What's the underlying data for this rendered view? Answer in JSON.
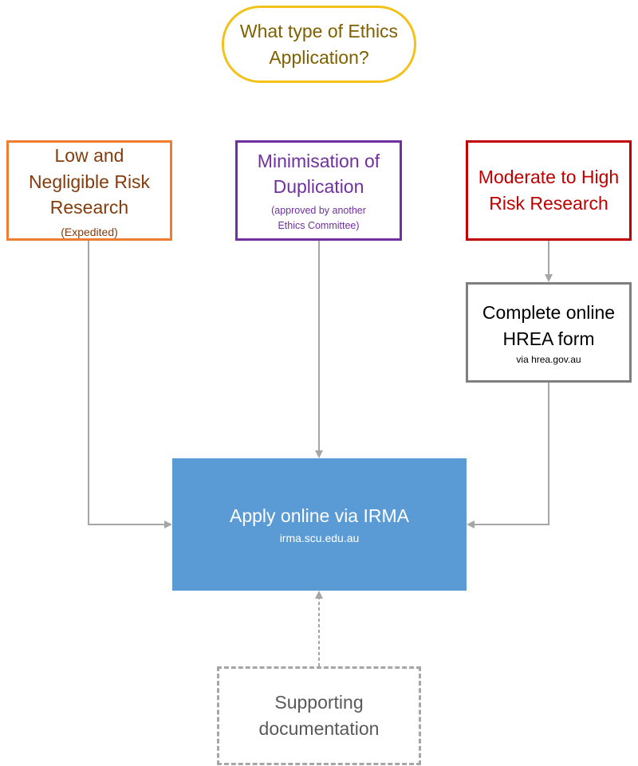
{
  "title": {
    "lines": [
      "What type of Ethics",
      "Application?"
    ]
  },
  "low_risk": {
    "lines": [
      "Low and",
      "Negligible Risk",
      "Research"
    ],
    "note": "(Expedited)",
    "color": "#ed7d31"
  },
  "minimisation": {
    "lines": [
      "Minimisation of",
      "Duplication"
    ],
    "note_lines": [
      "(approved by another",
      "Ethics Committee)"
    ],
    "color": "#7030a0"
  },
  "moderate_high": {
    "lines": [
      "Moderate to High",
      "Risk Research"
    ],
    "color": "#c00000"
  },
  "hrea": {
    "lines": [
      "Complete online",
      "HREA form"
    ],
    "note": "via hrea.gov.au"
  },
  "irma": {
    "label": "Apply online via IRMA",
    "url": "irma.scu.edu.au",
    "color": "#5b9bd5"
  },
  "supporting": {
    "lines": [
      "Supporting",
      "documentation"
    ]
  },
  "connector_color": "#a6a6a6"
}
